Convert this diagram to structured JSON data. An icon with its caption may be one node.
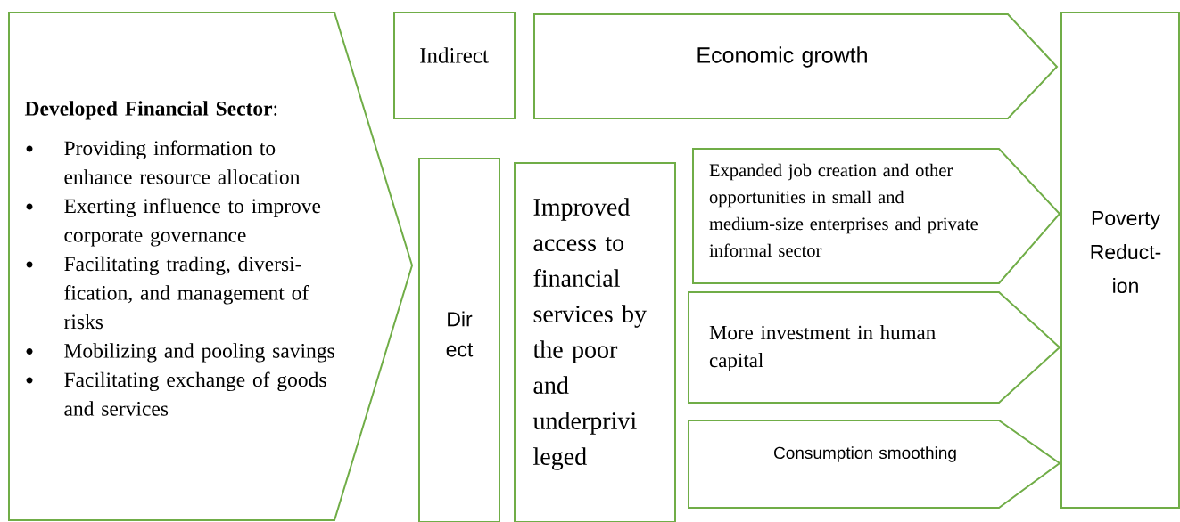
{
  "diagram": {
    "nodes": [
      {
        "text": [
          "**Developed Financial Sector**:",
          "Providing information to enhance resource allocation",
          "Exerting influence to improve corporate governance",
          "Facilitating trading, diversi- fication, and management of risks",
          "Mobilizing and pooling savings",
          "Facilitating exchange of goods and services"
        ]
      },
      {
        "text": [
          "Indirect"
        ]
      },
      {
        "text": [
          "Economic growth"
        ]
      },
      {
        "text": [
          "Dir ect"
        ]
      },
      {
        "text": [
          "Improved access to financial services by the poor and underprivi leged"
        ]
      },
      {
        "text": [
          "Expanded job creation and other opportunities in small and medium-size enterprises and private informal sector"
        ]
      },
      {
        "text": [
          "More investment in human capital"
        ]
      },
      {
        "text": [
          "Consumption smoothing"
        ]
      },
      {
        "text": [
          "Poverty Reduct- ion"
        ]
      }
    ]
  }
}
